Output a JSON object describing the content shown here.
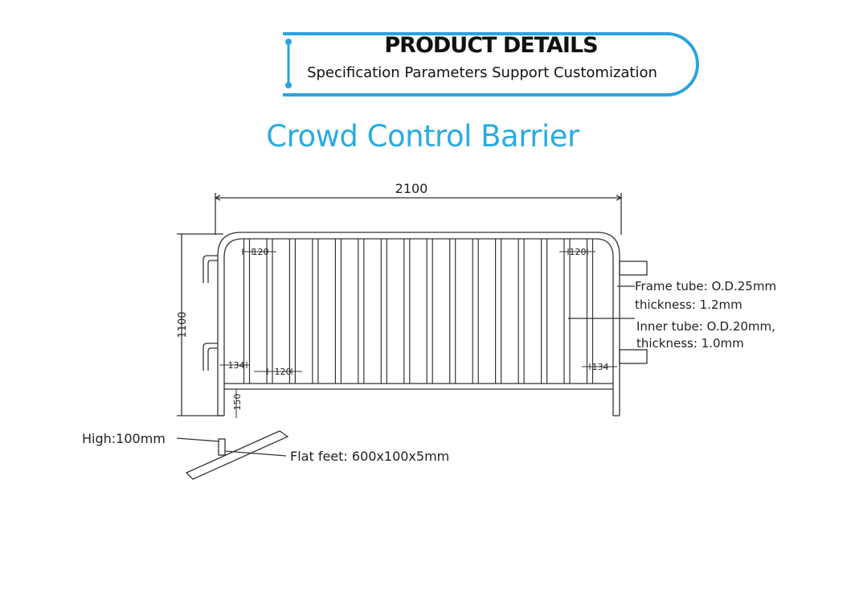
{
  "banner": {
    "title": "PRODUCT DETAILS",
    "subtitle": "Specification Parameters Support Customization",
    "accent_color": "#2aa3e0"
  },
  "title": "Crowd Control Barrier",
  "title_color": "#29abe2",
  "drawing": {
    "overall_width": "2100",
    "overall_height": "1100",
    "spacing_top_left": "120",
    "spacing_top_right": "120",
    "spacing_bottom_left": "120",
    "end_gap_left": "134",
    "end_gap_right": "134",
    "bottom_clearance": "150",
    "inner_bar_count": 16,
    "callouts": {
      "frame_tube_line1": "Frame tube: O.D.25mm",
      "frame_tube_line2": "thickness: 1.2mm",
      "inner_tube_line1": "Inner tube: O.D.20mm,",
      "inner_tube_line2": "thickness: 1.0mm",
      "foot_height": "High:100mm",
      "flat_feet": "Flat feet: 600x100x5mm"
    },
    "line_color": "#333333"
  }
}
